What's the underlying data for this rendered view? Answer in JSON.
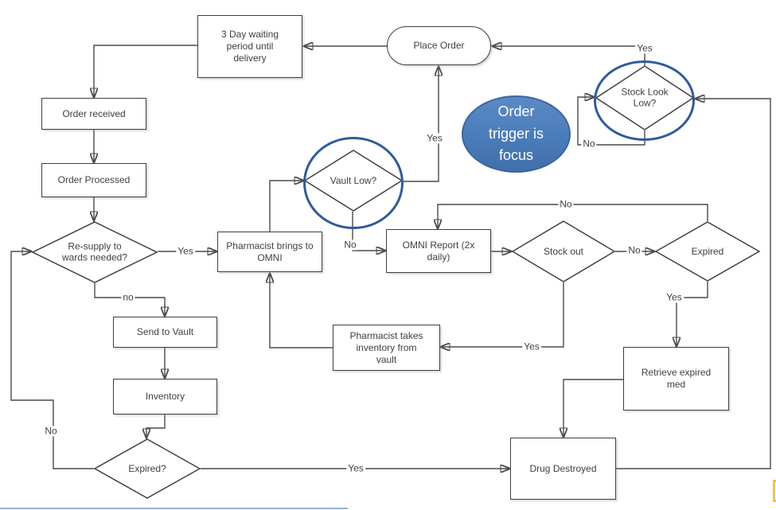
{
  "flow": {
    "nodes": {
      "waiting": "3 Day waiting period until delivery",
      "place_order": "Place Order",
      "order_received": "Order received",
      "order_processed": "Order Processed",
      "resupply": "Re-supply to wards needed?",
      "pharmacist_brings": "Pharmacist brings to OMNI",
      "vault_low": "Vault Low?",
      "omni_report": "OMNI Report (2x daily)",
      "stock_out": "Stock out",
      "expired": "Expired",
      "stock_look_low": "Stock Look Low?",
      "send_to_vault": "Send to Vault",
      "inventory": "Inventory",
      "pharm_takes": "Pharmacist takes inventory from vault",
      "retrieve_expired": "Retrieve expired med",
      "drug_destroyed": "Drug Destroyed",
      "expired_q": "Expired?"
    },
    "labels": {
      "yes_resupply": "Yes",
      "no_resupply": "no",
      "no_left_loop": "No",
      "yes_expired_q": "Yes",
      "yes_vault_low": "Yes",
      "no_vault_low": "No",
      "no_stock_out": "No",
      "no_expired_top": "No",
      "yes_expired": "Yes",
      "yes_stock_out": "Yes",
      "yes_stock_look_low": "Yes",
      "no_stock_look_low": "No"
    },
    "callout": "Order trigger is focus",
    "colors": {
      "line": "#4a4a4a",
      "shape_border": "#3f3f3f",
      "highlight_circle_blue": "#2e5c9e",
      "callout_fill": "#4a7cba",
      "callout_border": "#3a66a0",
      "callout_text": "#ffffff",
      "marker_yellow": "#f0c44c",
      "bottom_line_blue": "#8ab2e0"
    }
  }
}
